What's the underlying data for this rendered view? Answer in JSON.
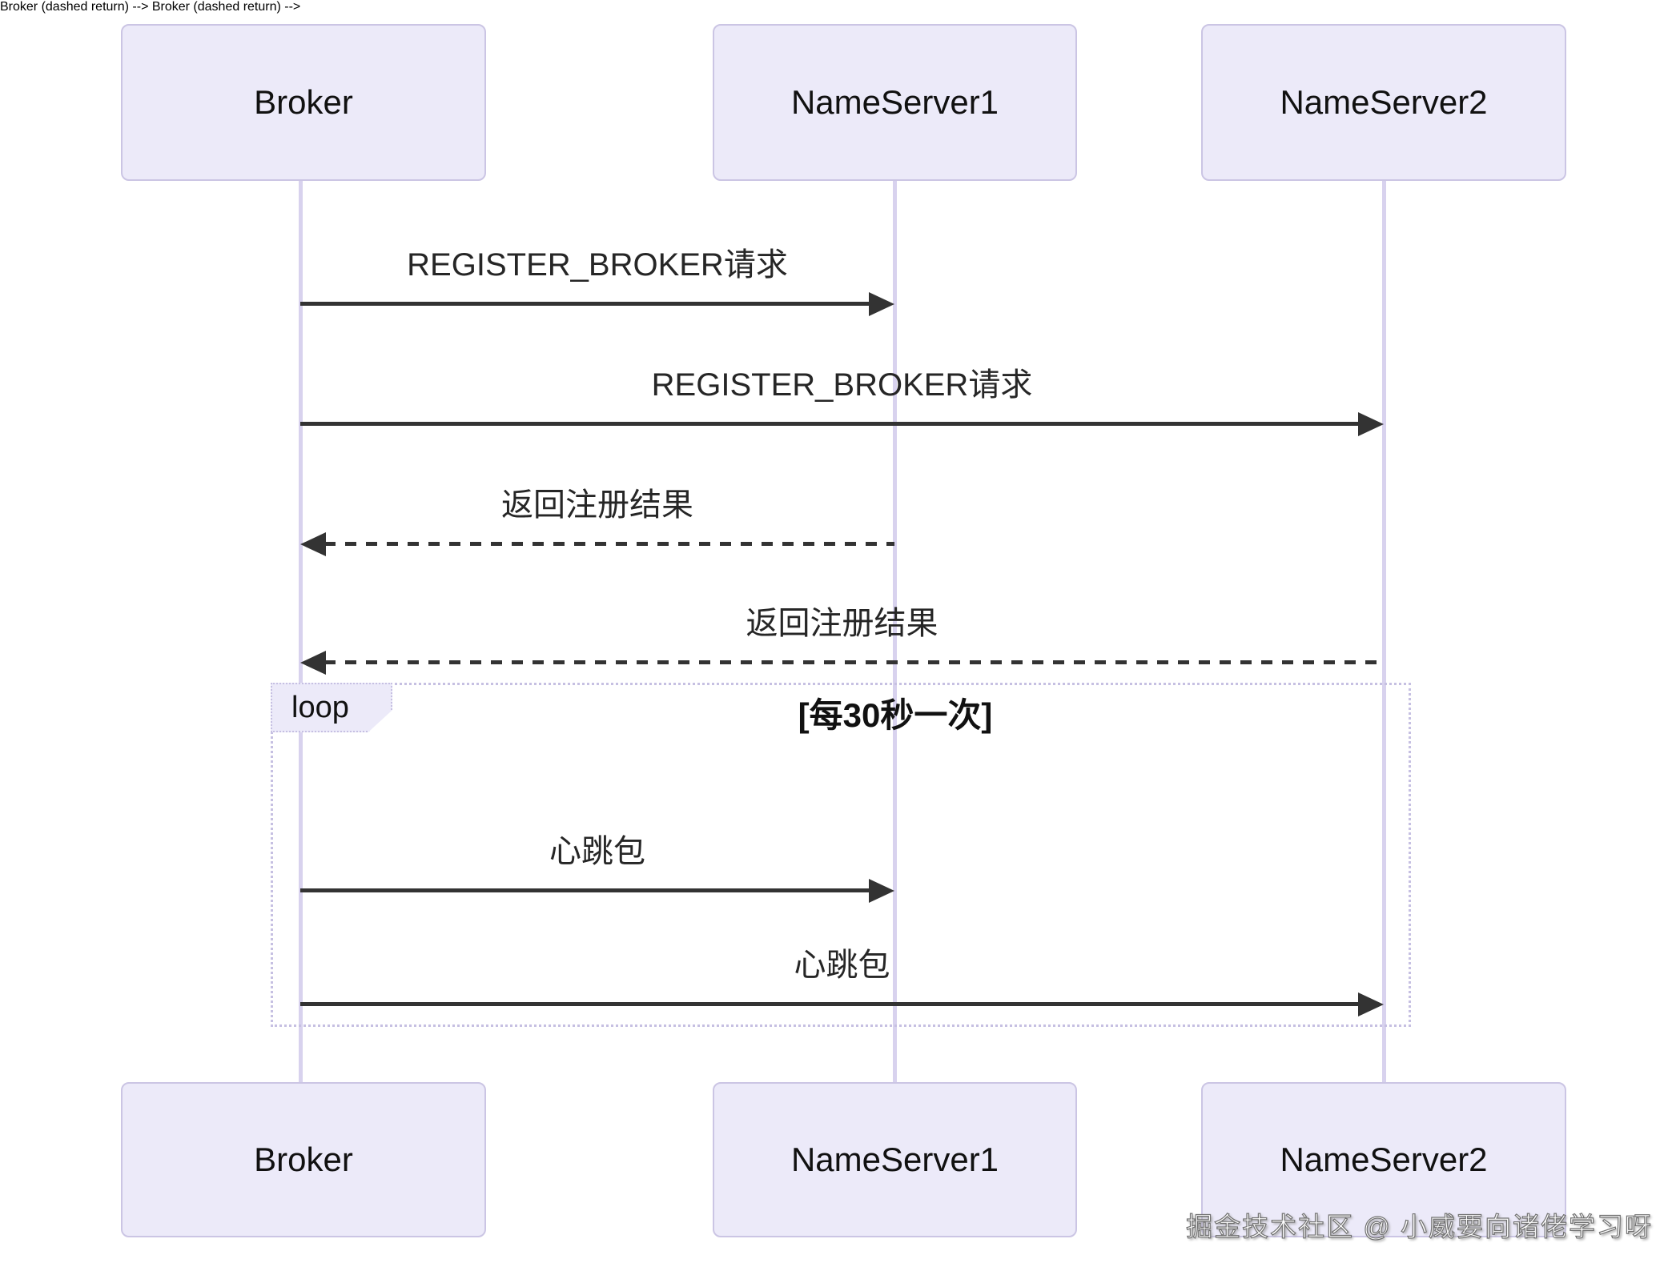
{
  "diagram": {
    "actors": [
      {
        "name": "Broker"
      },
      {
        "name": "NameServer1"
      },
      {
        "name": "NameServer2"
      }
    ],
    "messages": [
      {
        "text": "REGISTER_BROKER请求",
        "from": "Broker",
        "to": "NameServer1",
        "line": "solid"
      },
      {
        "text": "REGISTER_BROKER请求",
        "from": "Broker",
        "to": "NameServer2",
        "line": "solid"
      },
      {
        "text": "返回注册结果",
        "from": "NameServer1",
        "to": "Broker",
        "line": "dashed"
      },
      {
        "text": "返回注册结果",
        "from": "NameServer2",
        "to": "Broker",
        "line": "dashed"
      },
      {
        "text": "心跳包",
        "from": "Broker",
        "to": "NameServer1",
        "line": "solid"
      },
      {
        "text": "心跳包",
        "from": "Broker",
        "to": "NameServer2",
        "line": "solid"
      }
    ],
    "loop": {
      "label": "loop",
      "condition": "[每30秒一次]"
    },
    "watermark": "掘金技术社区 @ 小威要向诸佬学习呀",
    "colors": {
      "actor_fill": "#eceaf9",
      "actor_border": "#cbc5e4",
      "lifeline": "#d8d2ee",
      "arrow": "#333333",
      "loop_border": "#c6c0e2"
    }
  }
}
